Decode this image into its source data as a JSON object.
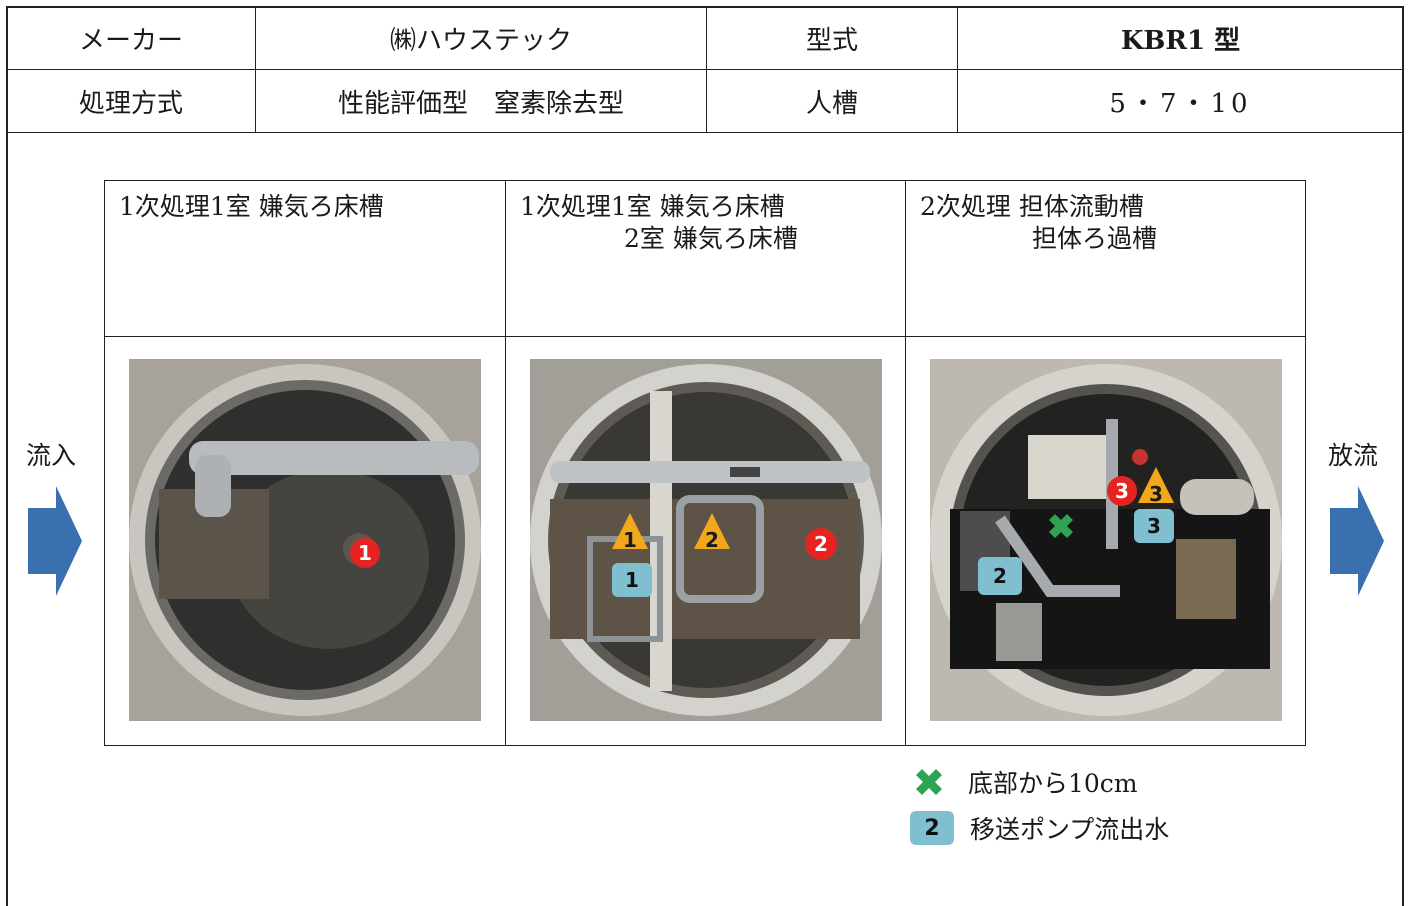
{
  "spec": {
    "maker_label": "メーカー",
    "maker_value": "㈱ハウステック",
    "model_label": "型式",
    "model_value": "KBR1 型",
    "method_label": "処理方式",
    "method_value": "性能評価型　窒素除去型",
    "capacity_label": "人槽",
    "capacity_value": "5・7・10"
  },
  "flow": {
    "inflow_label": "流入",
    "outflow_label": "放流"
  },
  "panels": [
    {
      "line1": "1次処理1室 嫌気ろ床槽",
      "line2": ""
    },
    {
      "line1": "1次処理1室 嫌気ろ床槽",
      "line2": "2室 嫌気ろ床槽"
    },
    {
      "line1": "2次処理 担体流動槽",
      "line2": "担体ろ過槽"
    }
  ],
  "markers": {
    "p1_red": "1",
    "p2_tri1": "1",
    "p2_tri2": "2",
    "p2_sq1": "1",
    "p2_red": "2",
    "p3_red": "3",
    "p3_tri": "3",
    "p3_sq": "3",
    "p3_sq2": "2"
  },
  "legend": {
    "cross_text": "底部から10cm",
    "square_num": "2",
    "square_text": "移送ポンプ流出水"
  },
  "colors": {
    "red": "#e52421",
    "triangle": "#f3a81c",
    "square": "#7fbfd0",
    "cross": "#2ea352",
    "arrow": "#3a6fb0"
  }
}
